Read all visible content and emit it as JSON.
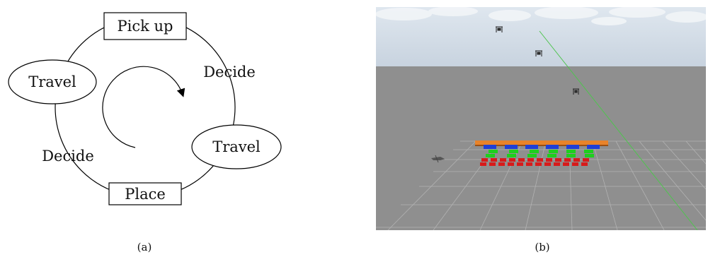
{
  "panel_a": {
    "nodes": {
      "pick_up": "Pick up",
      "place": "Place",
      "travel_left": "Travel",
      "travel_right": "Travel"
    },
    "edge_labels": {
      "decide_right": "Decide",
      "decide_left": "Decide"
    },
    "caption": "(a)"
  },
  "panel_b": {
    "caption": "(b)",
    "colors": {
      "sky": "#c9d6e3",
      "ground": "#8e8e8e",
      "grid_line": "#b5b5b5",
      "green_ray": "#53c653",
      "conveyor": "#e8832a",
      "blue_block": "#1f3fd6",
      "green_block": "#1ecf1e",
      "red_block": "#d71b1b"
    }
  }
}
